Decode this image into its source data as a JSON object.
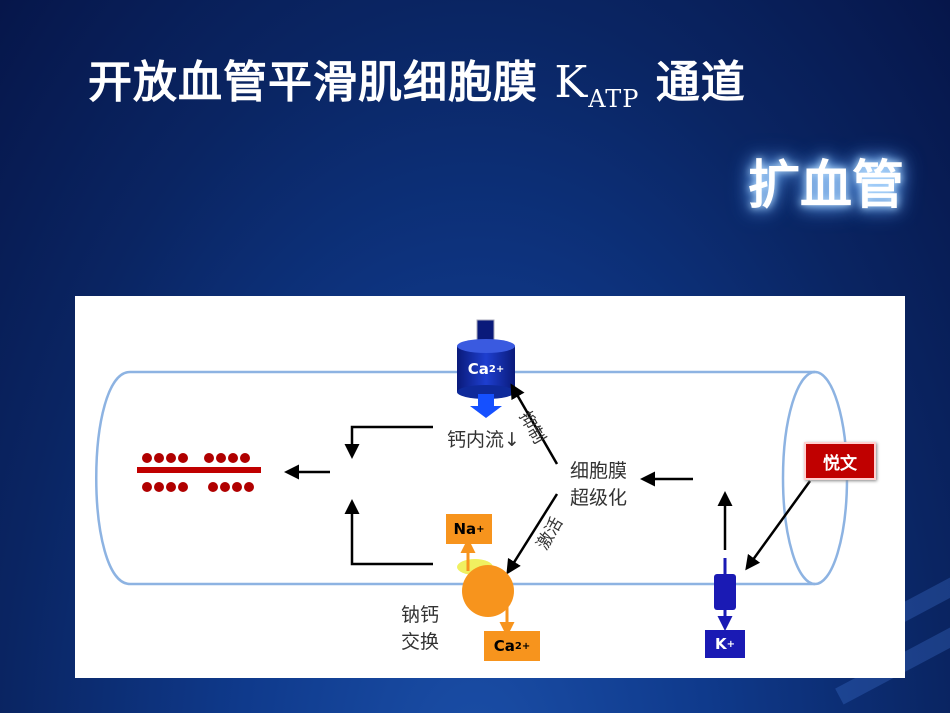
{
  "title": {
    "main": "开放血管平滑肌细胞膜",
    "k": "K",
    "sub": "ATP",
    "tail": "通道"
  },
  "badge": "扩血管",
  "diagram": {
    "ca_channel_label": "Ca",
    "ca_channel_sup": "2+",
    "calcium_influx": "钙内流↓",
    "inhibit": "抑制",
    "activate": "激活",
    "hyperpolarization_line1": "细胞膜",
    "hyperpolarization_line2": "超级化",
    "drug_label": "悦文",
    "na_label": "Na",
    "na_sup": "+",
    "ca_out_label": "Ca",
    "ca_out_sup": "2+",
    "k_label": "K",
    "k_sup": "+",
    "exchanger_line1": "钠钙",
    "exchanger_line2": "交换"
  },
  "colors": {
    "drug_red": "#c00000",
    "orange": "#f7941d",
    "blue_channel": "#1a1ab4",
    "dark_red": "#b00000",
    "membrane_outline": "#8db3e2"
  }
}
